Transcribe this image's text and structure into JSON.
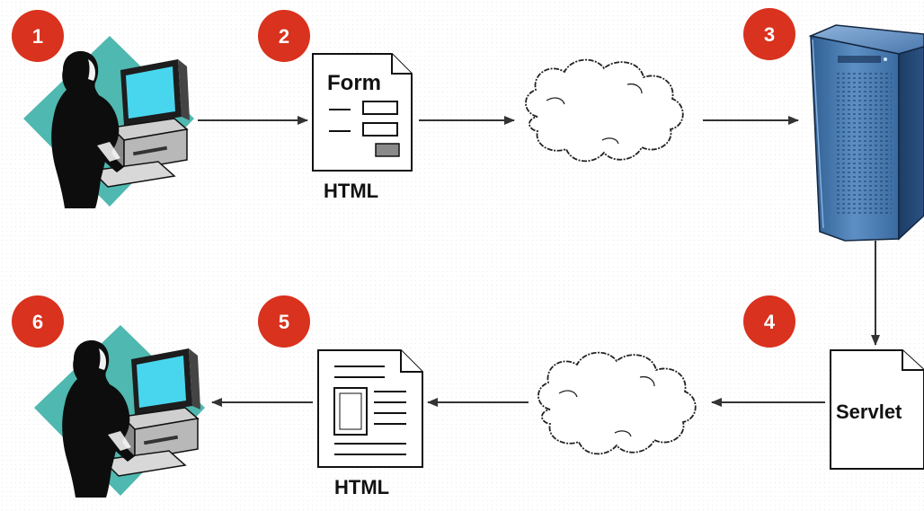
{
  "steps": [
    {
      "number": "1"
    },
    {
      "number": "2"
    },
    {
      "number": "3"
    },
    {
      "number": "4"
    },
    {
      "number": "5"
    },
    {
      "number": "6"
    }
  ],
  "form_doc": {
    "title": "Form",
    "caption": "HTML"
  },
  "response_doc": {
    "caption": "HTML"
  },
  "servlet_doc": {
    "title": "Servlet"
  },
  "colors": {
    "badge": "#d9321e",
    "diamond": "#4fb8b0",
    "monitor_screen": "#48d6ee",
    "server_body": "#3b6aa0",
    "arrow": "#333333"
  },
  "icons": {
    "user_top": "user-at-computer-icon",
    "user_bottom": "user-at-computer-icon",
    "server": "server-tower-icon",
    "cloud_top": "network-cloud-icon",
    "cloud_bottom": "network-cloud-icon"
  }
}
